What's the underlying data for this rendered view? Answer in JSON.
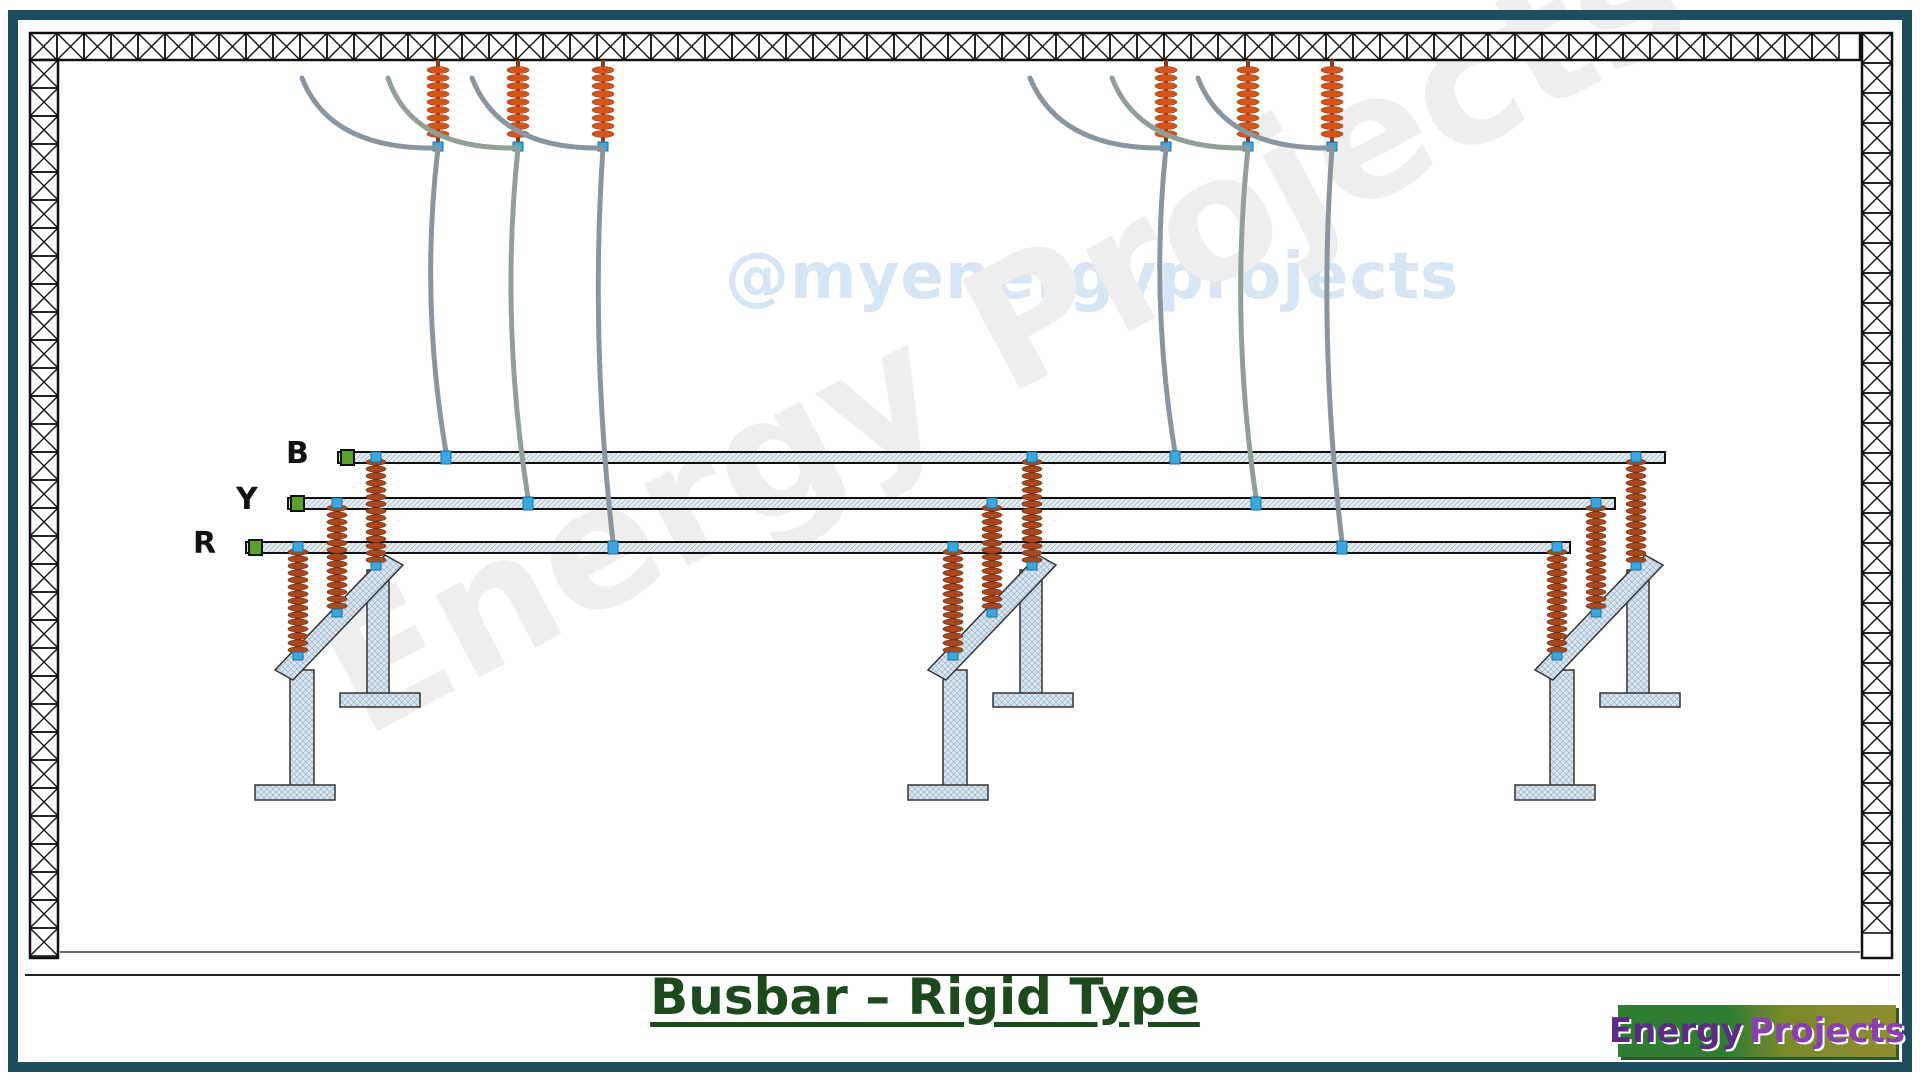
{
  "title": "Busbar – Rigid Type",
  "watermark_handle": "@myenergyprojects",
  "watermark_brand": "Energy Projects",
  "logo": {
    "word1": "Energy",
    "word2": "Projects"
  },
  "phases": [
    {
      "label": "B",
      "color": "#0f0f0f"
    },
    {
      "label": "Y",
      "color": "#0f0f0f"
    },
    {
      "label": "R",
      "color": "#0f0f0f"
    }
  ],
  "colors": {
    "border": "#1e4d5f",
    "insulator": "#d4551b",
    "insulator_dark": "#8a3d1a",
    "connector": "#3aa7e0",
    "support": "#d7e6f2",
    "conductor_grey": "#8896a3",
    "conductor_green": "#8fa096"
  }
}
